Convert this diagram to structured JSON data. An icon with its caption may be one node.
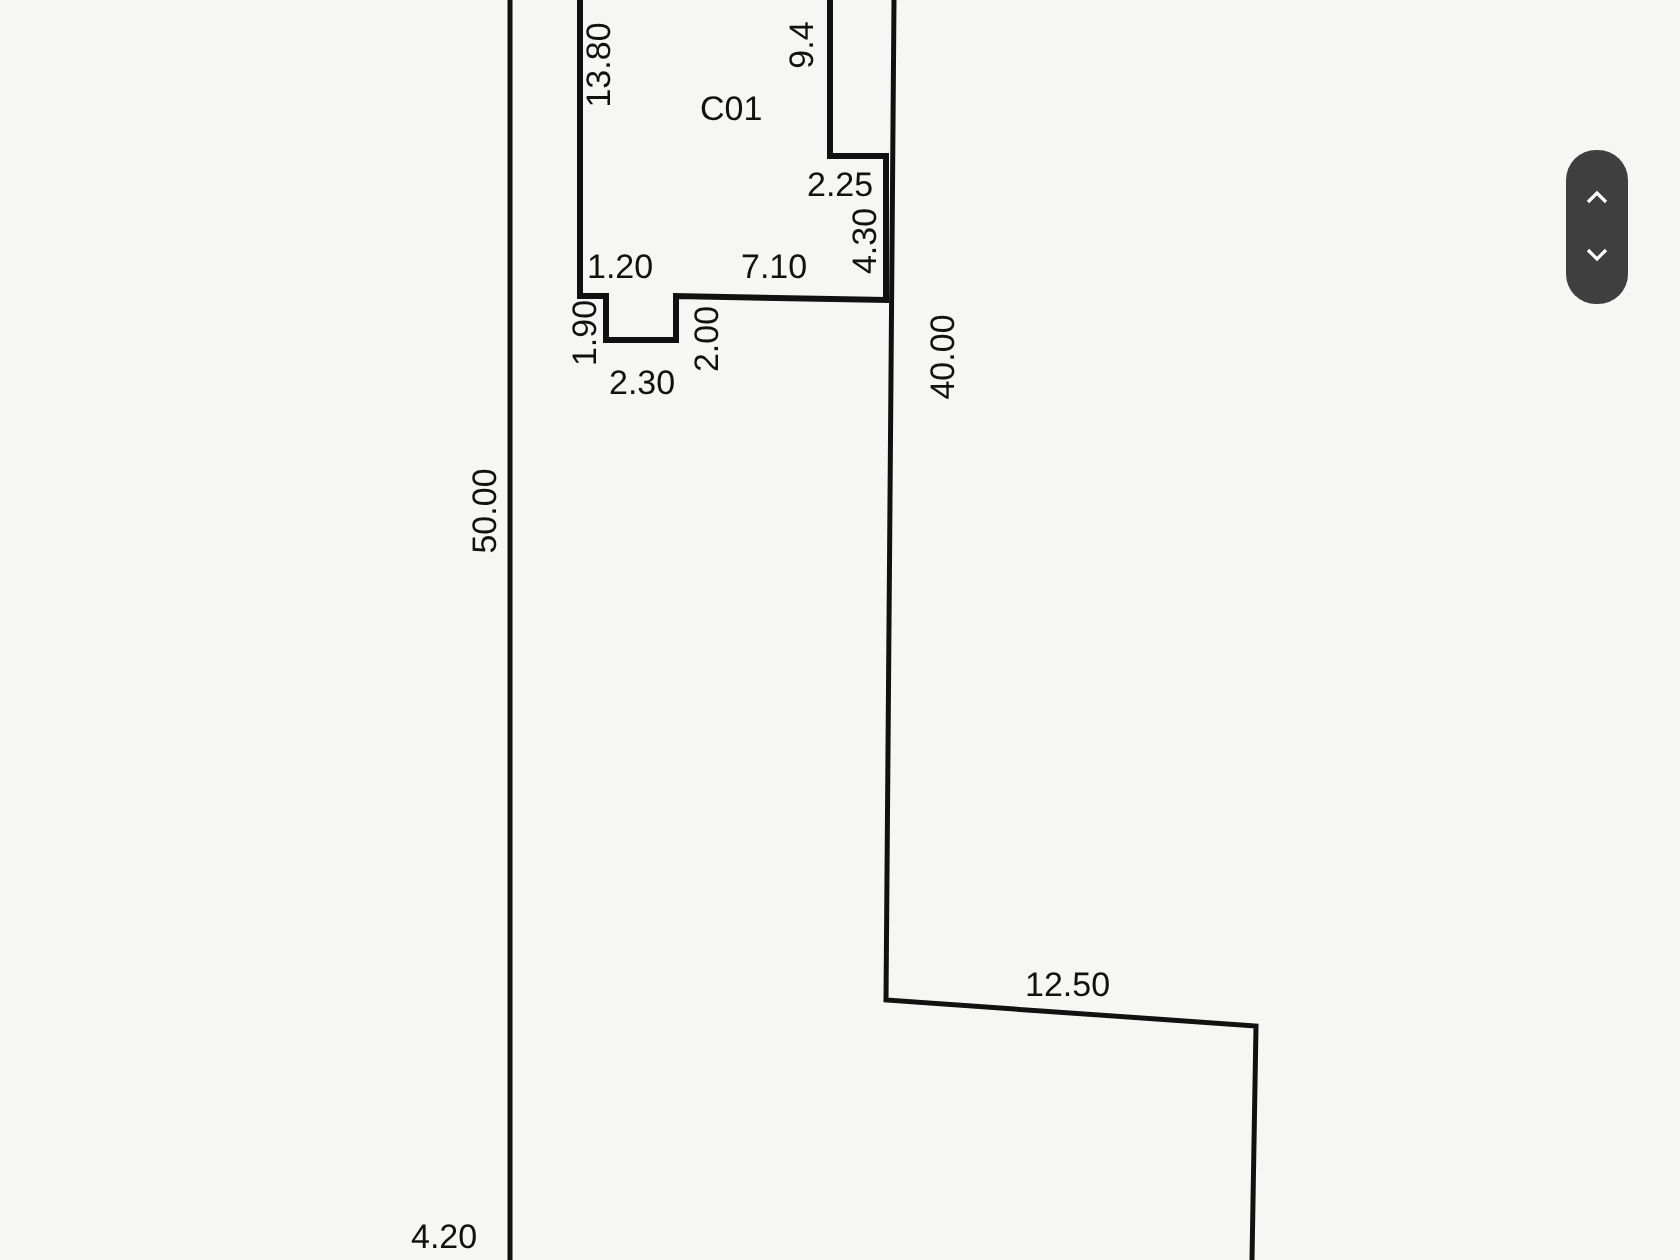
{
  "diagram": {
    "nodes": [
      {
        "text": [
          "C01"
        ]
      }
    ],
    "labels": [
      "13.80",
      "9.4",
      "2.25",
      "1.20",
      "7.10",
      "4.30",
      "1.90",
      "2.30",
      "2.00",
      "40.00",
      "50.00",
      "12.50",
      "4.20"
    ]
  }
}
